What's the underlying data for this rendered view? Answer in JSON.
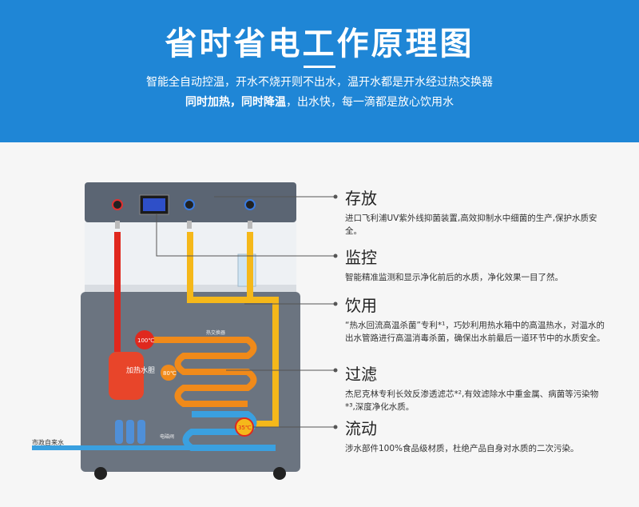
{
  "banner": {
    "title": "省时省电工作原理图",
    "line1": "智能全自动控温，开水不烧开则不出水，温开水都是开水经过热交换器",
    "line2_bold1": "同时加热",
    "line2_sep": "，",
    "line2_bold2": "同时降温",
    "line2_rest": "，出水快，每一滴都是放心饮用水"
  },
  "callouts": [
    {
      "title": "存放",
      "desc": "进口飞利浦UV紫外线抑菌装置,高效抑制水中细菌的生产,保护水质安全。"
    },
    {
      "title": "监控",
      "desc": "智能精准监测和显示净化前后的水质，净化效果一目了然。"
    },
    {
      "title": "饮用",
      "desc": "“热水回流高温杀菌”专利*¹，巧妙利用热水箱中的高温热水，对温水的出水管路进行高温消毒杀菌，确保出水前最后一道环节中的水质安全。"
    },
    {
      "title": "过滤",
      "desc": "杰尼克林专利长效反渗透滤芯*²,有效滤除水中重金属、病菌等污染物*³,深度净化水质。"
    },
    {
      "title": "流动",
      "desc": "涉水部件100%食品级材质，杜绝产品自身对水质的二次污染。"
    }
  ],
  "machine": {
    "tank_label": "加热水胆",
    "temp_100": "100℃",
    "temp_80": "80℃",
    "temp_35": "35℃",
    "inlet_label": "市政自来水",
    "valve_label": "电磁阀",
    "heat_exchanger_label": "热交换器"
  }
}
